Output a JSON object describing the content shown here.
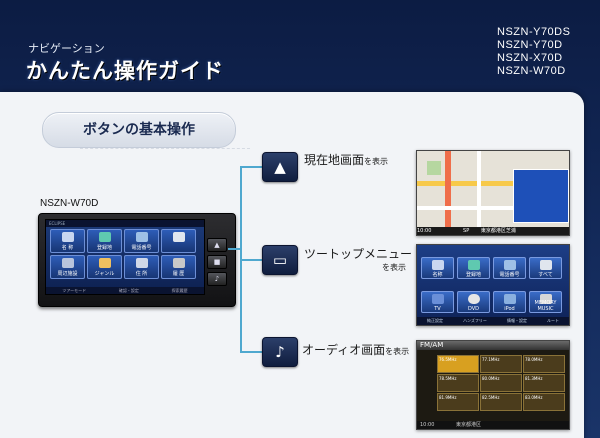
{
  "header": {
    "subtitle": "ナビゲーション",
    "title": "かんたん操作ガイド"
  },
  "models": [
    "NSZN-Y70DS",
    "NSZN-Y70D",
    "NSZN-X70D",
    "NSZN-W70D"
  ],
  "section_title": "ボタンの基本操作",
  "device": {
    "label": "NSZN-W70D",
    "brand": "ECLIPSE",
    "tiles": [
      "名 称",
      "登録地",
      "電話番号",
      "",
      "周辺施設",
      "ジャンル",
      "住 所",
      "履 歴"
    ],
    "bottom_labels": [
      "ツアーモード",
      "確認・設定",
      "探索履歴"
    ],
    "knobs": [
      "▲",
      "■",
      "♪"
    ]
  },
  "buttons": [
    {
      "icon": "navigation-arrow-icon",
      "glyph": "▲",
      "label": "現在地画面",
      "suffix": "を表示"
    },
    {
      "icon": "two-top-menu-icon",
      "glyph": "▭",
      "label": "ツートップメニュー",
      "suffix": "を表示"
    },
    {
      "icon": "music-note-icon",
      "glyph": "♪",
      "label": "オーディオ画面",
      "suffix": "を表示"
    }
  ],
  "map_screen": {
    "time": "10:00",
    "grid": "SP",
    "status": "東京都港区芝浦"
  },
  "menu_screen": {
    "top_row": [
      "名称",
      "登録地",
      "電話番号",
      "",
      "すべて"
    ],
    "bottom_row": [
      "TV",
      "DVD",
      "iPod",
      "MEMORY MUSIC"
    ],
    "footer": [
      "純正設定",
      "ハンズフリー",
      "情報・設定",
      "ルート"
    ]
  },
  "audio_screen": {
    "band": "FM/AM",
    "time": "10:00",
    "status": "東京都港区",
    "cells": [
      "76.5MHz",
      "77.1MHz",
      "78.0MHz",
      "78.5MHz",
      "80.0MHz",
      "81.3MHz",
      "81.9MHz",
      "82.5MHz",
      "83.0MHz"
    ]
  },
  "colors": {
    "accent_line": "#4fa8cf",
    "background": "#142b5c",
    "panel": "#f2f4f7"
  }
}
